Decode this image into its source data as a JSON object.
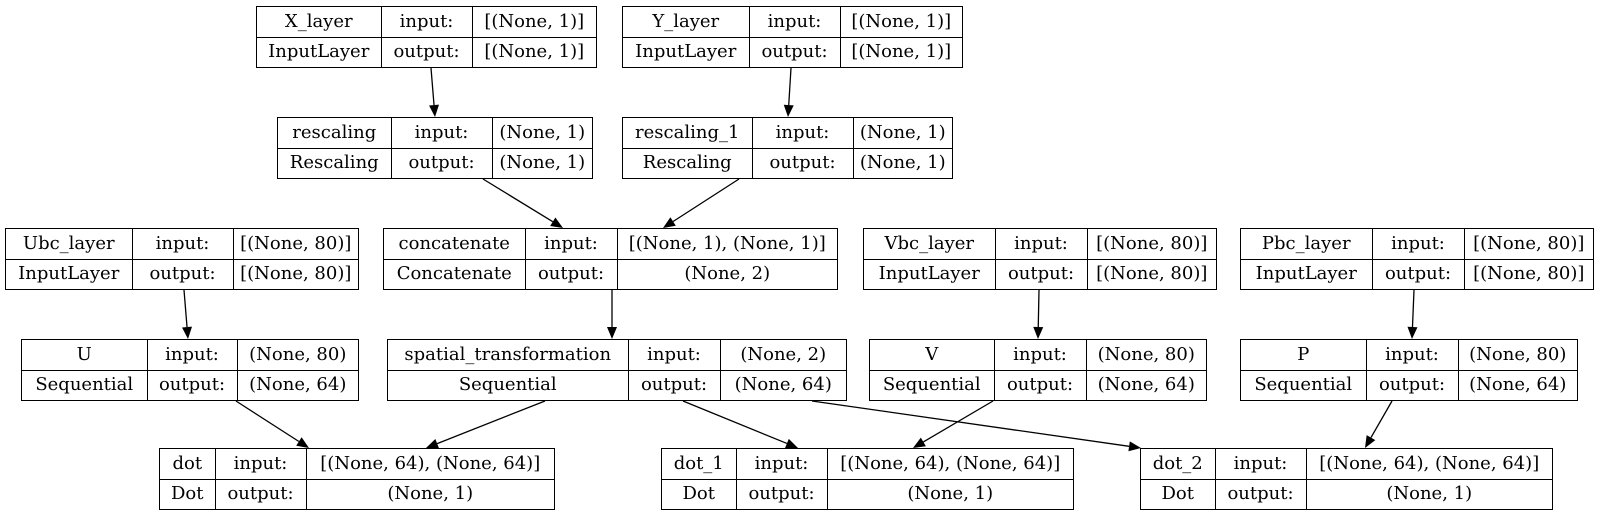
{
  "diagram": {
    "nodes": [
      {
        "id": "X_layer",
        "name": "X_layer",
        "type": "InputLayer",
        "input": "[(None, 1)]",
        "output": "[(None, 1)]"
      },
      {
        "id": "Y_layer",
        "name": "Y_layer",
        "type": "InputLayer",
        "input": "[(None, 1)]",
        "output": "[(None, 1)]"
      },
      {
        "id": "rescaling",
        "name": "rescaling",
        "type": "Rescaling",
        "input": "(None, 1)",
        "output": "(None, 1)"
      },
      {
        "id": "rescaling_1",
        "name": "rescaling_1",
        "type": "Rescaling",
        "input": "(None, 1)",
        "output": "(None, 1)"
      },
      {
        "id": "Ubc_layer",
        "name": "Ubc_layer",
        "type": "InputLayer",
        "input": "[(None, 80)]",
        "output": "[(None, 80)]"
      },
      {
        "id": "concatenate",
        "name": "concatenate",
        "type": "Concatenate",
        "input": "[(None, 1), (None, 1)]",
        "output": "(None, 2)"
      },
      {
        "id": "Vbc_layer",
        "name": "Vbc_layer",
        "type": "InputLayer",
        "input": "[(None, 80)]",
        "output": "[(None, 80)]"
      },
      {
        "id": "Pbc_layer",
        "name": "Pbc_layer",
        "type": "InputLayer",
        "input": "[(None, 80)]",
        "output": "[(None, 80)]"
      },
      {
        "id": "U",
        "name": "U",
        "type": "Sequential",
        "input": "(None, 80)",
        "output": "(None, 64)"
      },
      {
        "id": "spatial_transformation",
        "name": "spatial_transformation",
        "type": "Sequential",
        "input": "(None, 2)",
        "output": "(None, 64)"
      },
      {
        "id": "V",
        "name": "V",
        "type": "Sequential",
        "input": "(None, 80)",
        "output": "(None, 64)"
      },
      {
        "id": "P",
        "name": "P",
        "type": "Sequential",
        "input": "(None, 80)",
        "output": "(None, 64)"
      },
      {
        "id": "dot",
        "name": "dot",
        "type": "Dot",
        "input": "[(None, 64), (None, 64)]",
        "output": "(None, 1)"
      },
      {
        "id": "dot_1",
        "name": "dot_1",
        "type": "Dot",
        "input": "[(None, 64), (None, 64)]",
        "output": "(None, 1)"
      },
      {
        "id": "dot_2",
        "name": "dot_2",
        "type": "Dot",
        "input": "[(None, 64), (None, 64)]",
        "output": "(None, 1)"
      }
    ],
    "edges": [
      {
        "from": "X_layer",
        "to": "rescaling"
      },
      {
        "from": "Y_layer",
        "to": "rescaling_1"
      },
      {
        "from": "rescaling",
        "to": "concatenate"
      },
      {
        "from": "rescaling_1",
        "to": "concatenate"
      },
      {
        "from": "Ubc_layer",
        "to": "U"
      },
      {
        "from": "concatenate",
        "to": "spatial_transformation"
      },
      {
        "from": "Vbc_layer",
        "to": "V"
      },
      {
        "from": "Pbc_layer",
        "to": "P"
      },
      {
        "from": "U",
        "to": "dot"
      },
      {
        "from": "spatial_transformation",
        "to": "dot"
      },
      {
        "from": "spatial_transformation",
        "to": "dot_1"
      },
      {
        "from": "V",
        "to": "dot_1"
      },
      {
        "from": "spatial_transformation",
        "to": "dot_2"
      },
      {
        "from": "P",
        "to": "dot_2"
      }
    ],
    "labels": {
      "input": "input:",
      "output": "output:"
    }
  }
}
